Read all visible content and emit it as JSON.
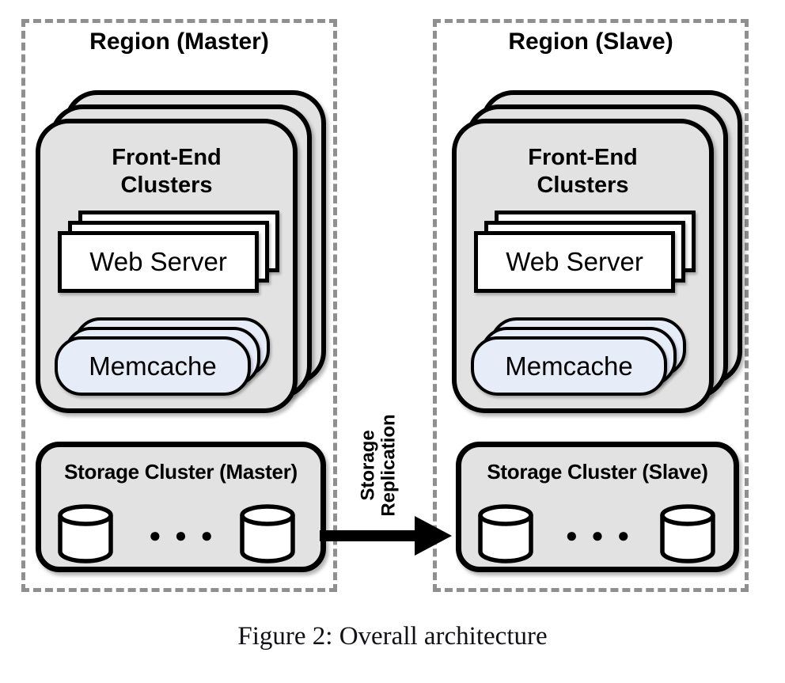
{
  "caption": {
    "text": "Figure 2: Overall architecture"
  },
  "arrow": {
    "label_line1": "Storage",
    "label_line2": "Replication",
    "direction": "left-to-right"
  },
  "regions": [
    {
      "title": "Region (Master)",
      "front_end": {
        "title_line1": "Front-End",
        "title_line2": "Clusters",
        "web_server_label": "Web Server",
        "memcache_label": "Memcache"
      },
      "storage": {
        "title": "Storage Cluster (Master)",
        "db_cylinders_shown": 2,
        "ellipsis": "●●●"
      }
    },
    {
      "title": "Region (Slave)",
      "front_end": {
        "title_line1": "Front-End",
        "title_line2": "Clusters",
        "web_server_label": "Web Server",
        "memcache_label": "Memcache"
      },
      "storage": {
        "title": "Storage Cluster (Slave)",
        "db_cylinders_shown": 2,
        "ellipsis": "●●●"
      }
    }
  ],
  "colors": {
    "box_fill": "#e2e2e2",
    "memcache_fill": "#e6ecf8",
    "dashed_border": "#8f8f8f",
    "line": "#000000",
    "caption_color": "#101016"
  }
}
